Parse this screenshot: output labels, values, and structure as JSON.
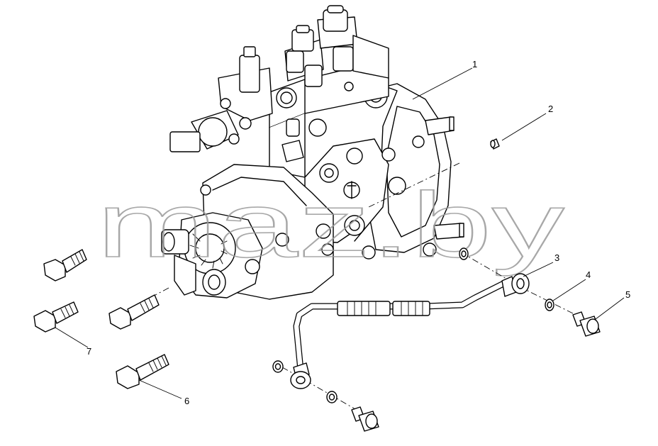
{
  "watermark": "maz.by",
  "callouts": [
    "1",
    "2",
    "3",
    "4",
    "5",
    "6",
    "7"
  ],
  "colors": {
    "line": "#000000",
    "background": "#ffffff",
    "watermark": "#9a9a9a"
  }
}
